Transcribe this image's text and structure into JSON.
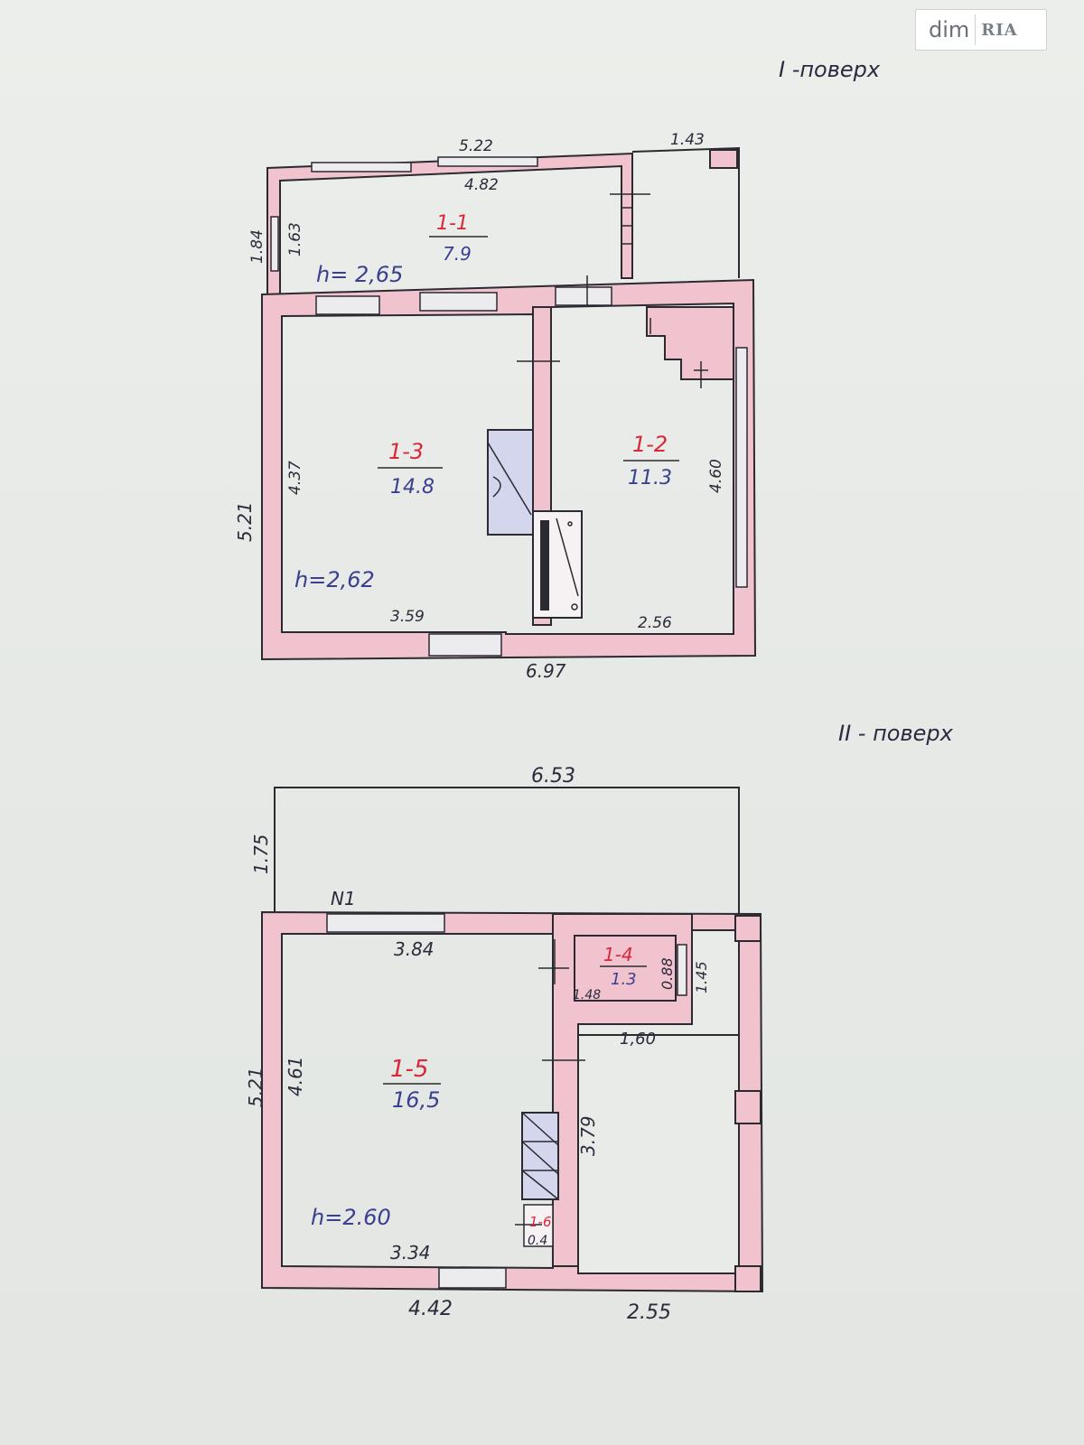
{
  "watermark": {
    "brand_dim": "dim",
    "brand_ria": "RIA"
  },
  "floors": {
    "first": {
      "title": "I -поверх",
      "rooms": [
        {
          "code": "1-1",
          "area": "7.9"
        },
        {
          "code": "1-3",
          "area": "14.8"
        },
        {
          "code": "1-2",
          "area": "11.3"
        }
      ],
      "heights": {
        "porch": "h= 2,65",
        "main": "h=2,62"
      },
      "dimensions": {
        "top_total": "5.22",
        "top_right": "1.43",
        "inner_top": "4.82",
        "left_porch_outer": "1.84",
        "left_porch_inner": "1.63",
        "left_outer": "5.21",
        "room13_height": "4.37",
        "room13_width": "3.59",
        "room12_height": "4.60",
        "room12_width": "2.56",
        "bottom_total": "6.97"
      }
    },
    "second": {
      "title": "II - поверх",
      "rooms": [
        {
          "code": "1-4",
          "area": "1.3"
        },
        {
          "code": "1-5",
          "area": "16,5"
        },
        {
          "code": "1-6",
          "area": "0.4"
        }
      ],
      "marker": "N1",
      "heights": {
        "main": "h=2.60"
      },
      "dimensions": {
        "top_total": "6.53",
        "balcony_depth": "1.75",
        "left_outer": "5.21",
        "room15_height": "4.61",
        "room15_top": "3.84",
        "room15_bottom": "3.34",
        "room14_width": "1.48",
        "room14_height": "0.88",
        "room14_side": "1.45",
        "hall_width": "1,60",
        "stair_height": "3.79",
        "bottom_left": "4.42",
        "bottom_right": "2.55"
      }
    }
  },
  "colors": {
    "wall_fill": "#f1c3ce",
    "room_code": "#d8283a",
    "area_text": "#3b3f8f",
    "stove_fill": "#d4d6ee"
  }
}
